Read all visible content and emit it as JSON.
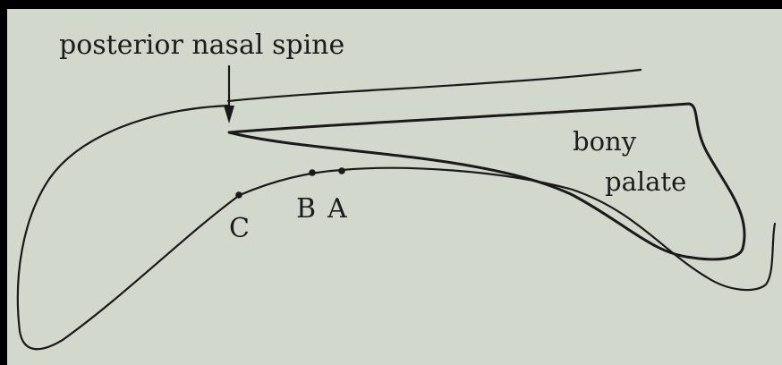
{
  "labels": {
    "title": "posterior nasal spine",
    "bony_line1": "bony",
    "bony_line2": "palate"
  },
  "points": [
    {
      "name": "A",
      "label": "A"
    },
    {
      "name": "B",
      "label": "B"
    },
    {
      "name": "C",
      "label": "C"
    }
  ],
  "colors": {
    "background": "#d3d8cd",
    "ink": "#1a1a1a",
    "frame": "#000000"
  }
}
